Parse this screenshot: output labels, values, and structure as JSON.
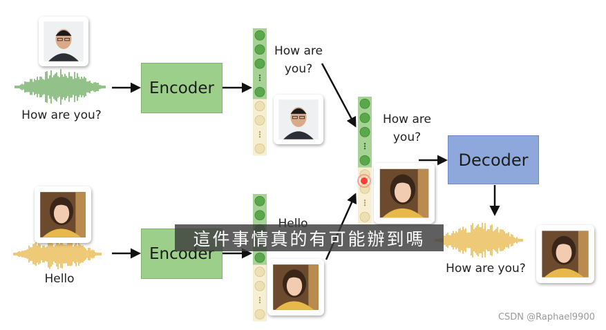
{
  "diagram": {
    "top_encoder_label": "Encoder",
    "bottom_encoder_label": "Encoder",
    "decoder_label": "Decoder",
    "top_input_label": "How are you?",
    "bottom_input_label": "Hello",
    "content_vector_label_1": "How are\nyou?",
    "content_vector_label_2": "How are\nyou?",
    "bottom_vector_label": "Hello",
    "output_label": "How are you?"
  },
  "subtitle": "這件事情真的有可能辦到嗎",
  "watermark": "CSDN @Raphael9900",
  "colors": {
    "encoder": "#9bcf8a",
    "decoder": "#8fa8db",
    "content_circle": "#5aa84b",
    "speaker_circle": "#ede0b3",
    "waveform_male": "#4a9a3a",
    "waveform_female": "#e2a51c"
  }
}
